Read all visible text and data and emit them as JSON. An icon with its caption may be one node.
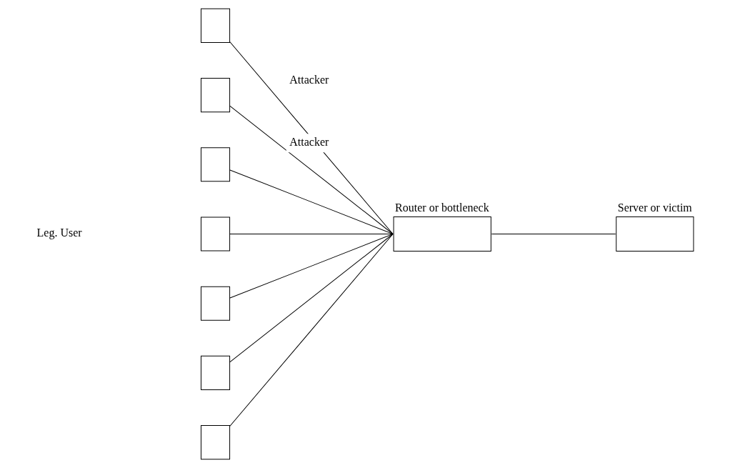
{
  "diagram": {
    "nodes": [
      {
        "text": [],
        "shape": "box"
      },
      {
        "text": [],
        "shape": "box"
      },
      {
        "text": [],
        "shape": "box"
      },
      {
        "text": [],
        "shape": "box"
      },
      {
        "text": [],
        "shape": "box"
      },
      {
        "text": [],
        "shape": "box"
      },
      {
        "text": [],
        "shape": "box"
      },
      {
        "text": [
          "Router or bottleneck"
        ]
      },
      {
        "text": [
          "Server or victim"
        ]
      }
    ],
    "edges": [
      {
        "from": 0,
        "to": 7,
        "arrow": "none",
        "label": "Attacker"
      },
      {
        "from": 1,
        "to": 7,
        "arrow": "none",
        "label": "Attacker"
      },
      {
        "from": 2,
        "to": 7,
        "arrow": "none"
      },
      {
        "from": 3,
        "to": 7,
        "arrow": "none"
      },
      {
        "from": 4,
        "to": 7,
        "arrow": "none"
      },
      {
        "from": 5,
        "to": 7,
        "arrow": "none"
      },
      {
        "from": 6,
        "to": 7,
        "arrow": "none"
      },
      {
        "from": 7,
        "to": 8,
        "arrow": "none"
      }
    ],
    "labels": [
      "Leg. User"
    ]
  }
}
